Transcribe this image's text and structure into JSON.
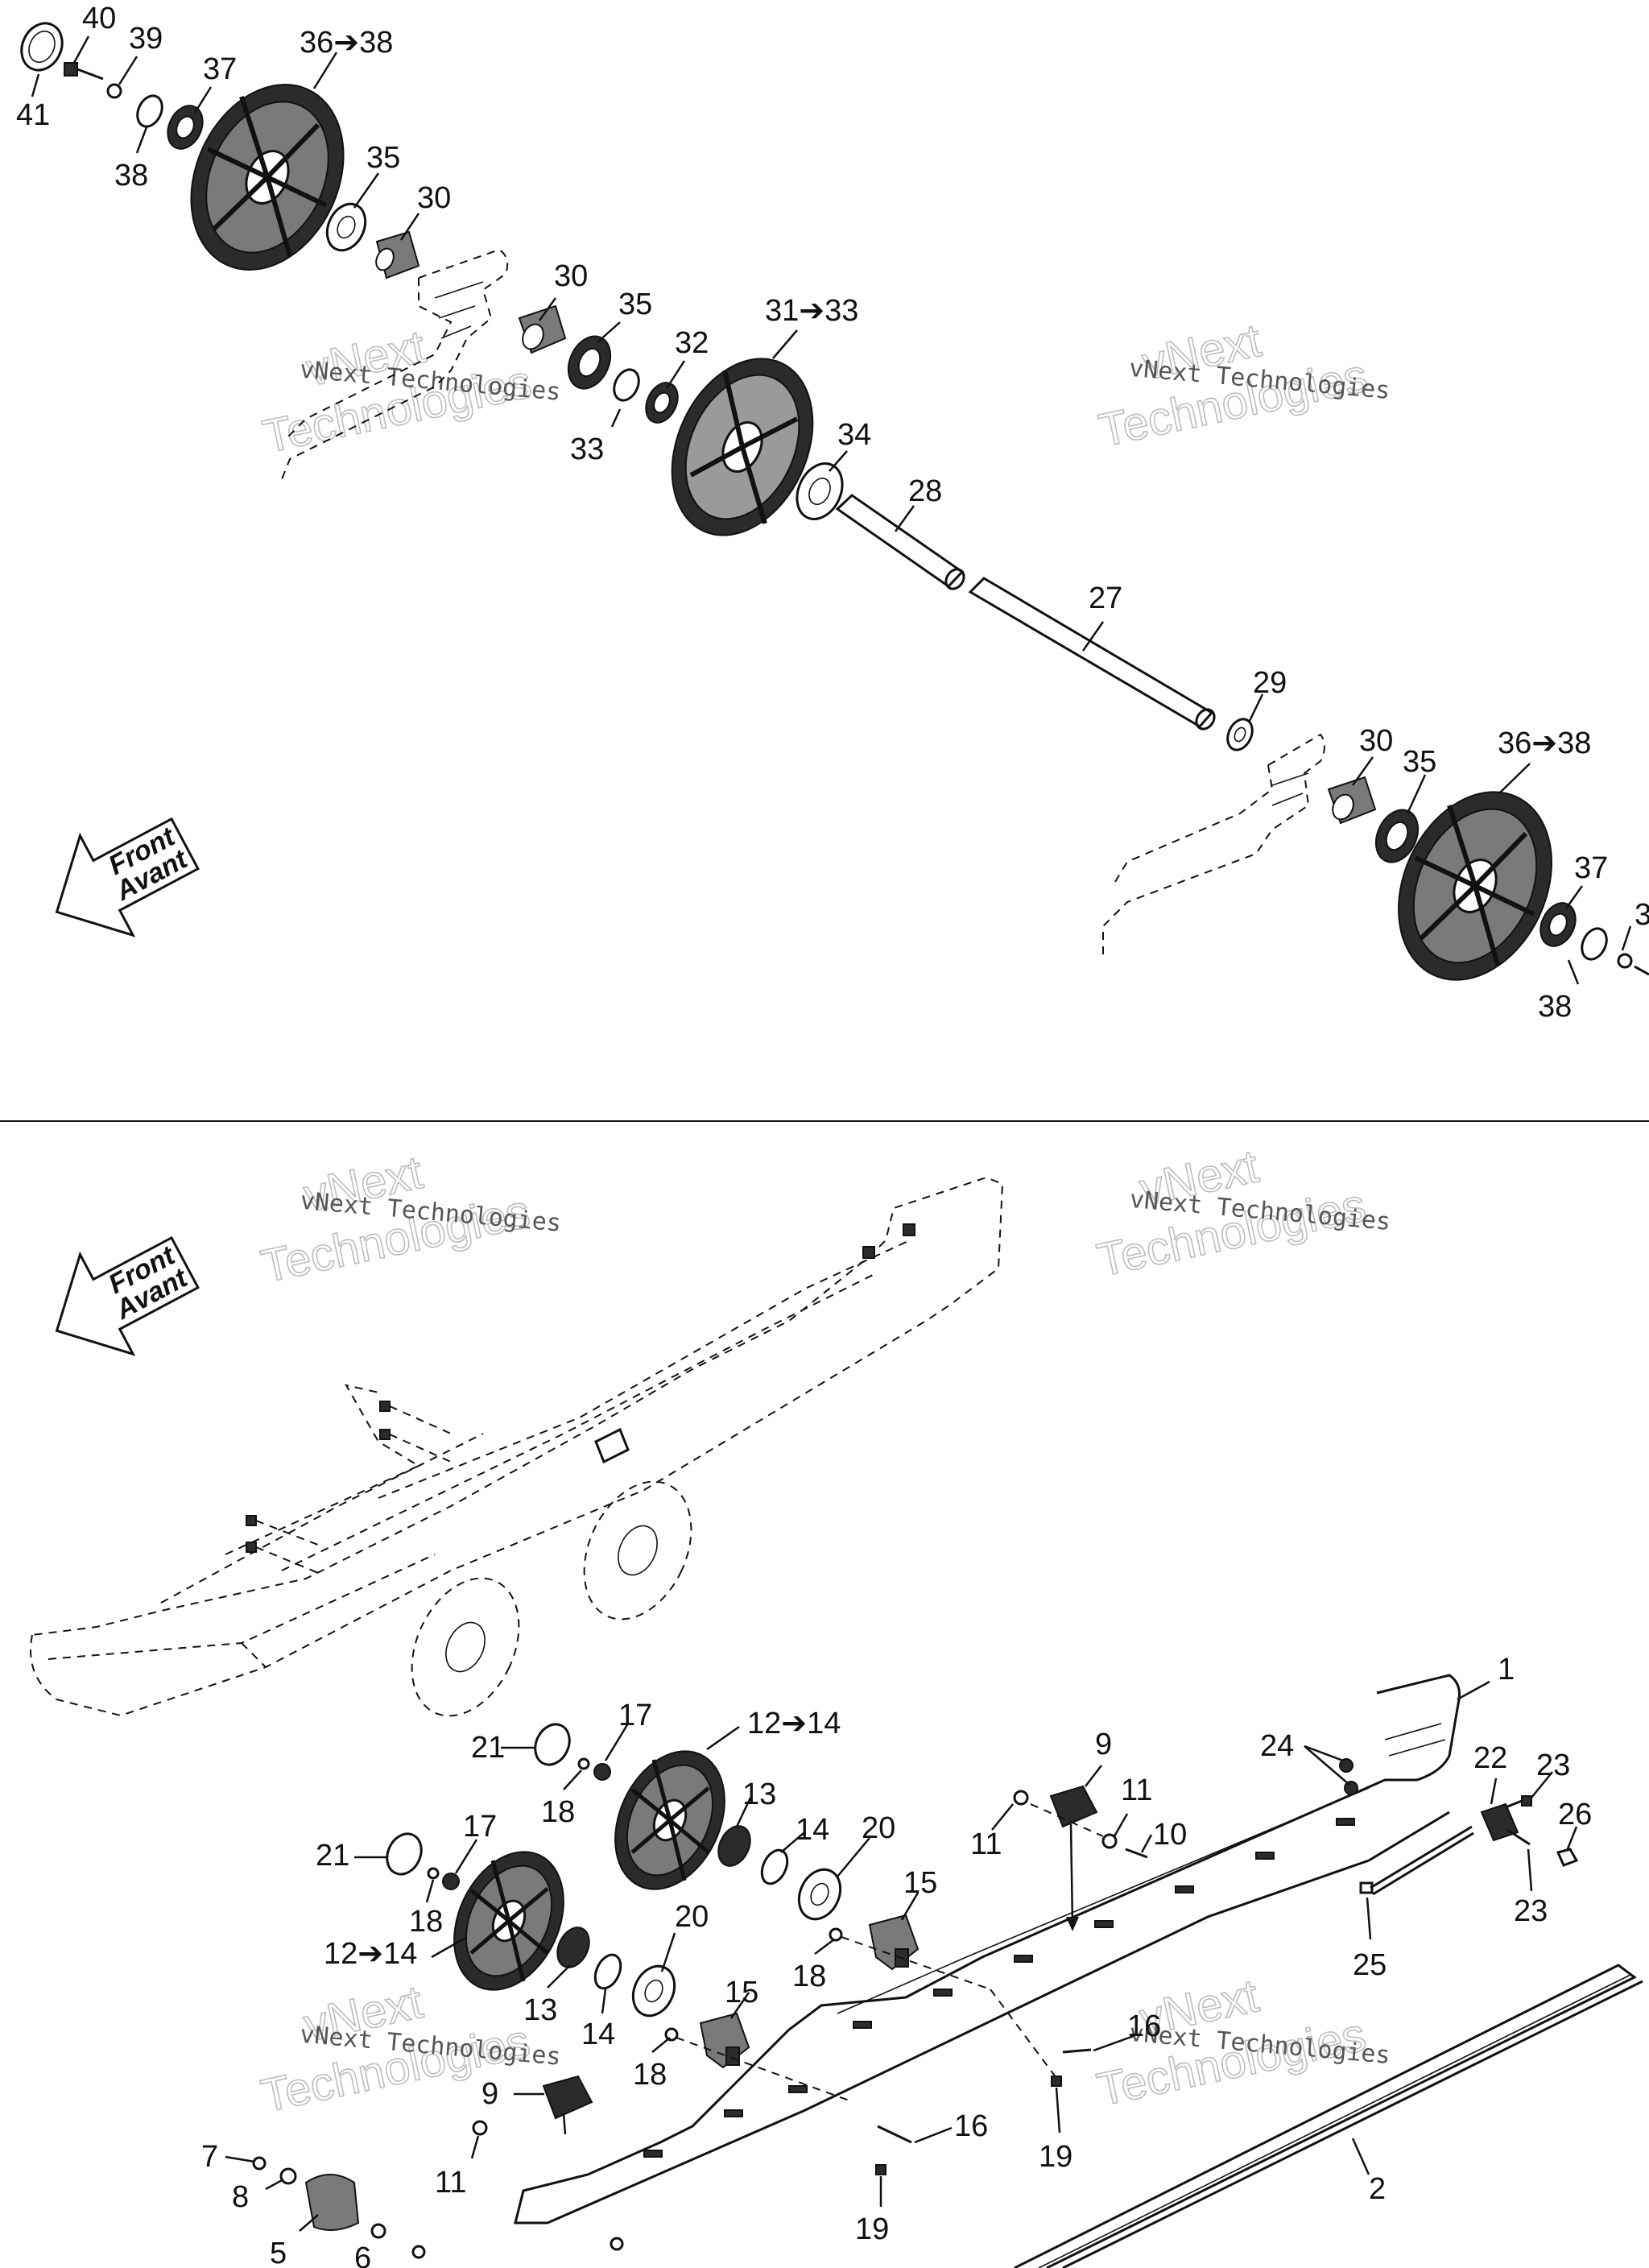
{
  "watermark": {
    "brand_line1": "vNext",
    "brand_line2": "Technologies",
    "caption": "vNext Technologies"
  },
  "front_arrow": {
    "line1": "Front",
    "line2": "Avant"
  },
  "callouts_top": [
    "41",
    "40",
    "39",
    "38",
    "37",
    "36➔38",
    "35",
    "30",
    "30",
    "35",
    "32",
    "31➔33",
    "33",
    "34",
    "28",
    "27",
    "29",
    "30",
    "35",
    "36➔38",
    "37",
    "38",
    "3"
  ],
  "callouts_bottom": [
    "1",
    "24",
    "22",
    "23",
    "26",
    "23",
    "25",
    "21",
    "17",
    "12➔14",
    "18",
    "13",
    "14",
    "20",
    "9",
    "11",
    "11",
    "10",
    "21",
    "17",
    "18",
    "12➔14",
    "13",
    "14",
    "20",
    "15",
    "18",
    "15",
    "18",
    "16",
    "19",
    "9",
    "7",
    "8",
    "5",
    "6",
    "11",
    "16",
    "19",
    "2"
  ]
}
